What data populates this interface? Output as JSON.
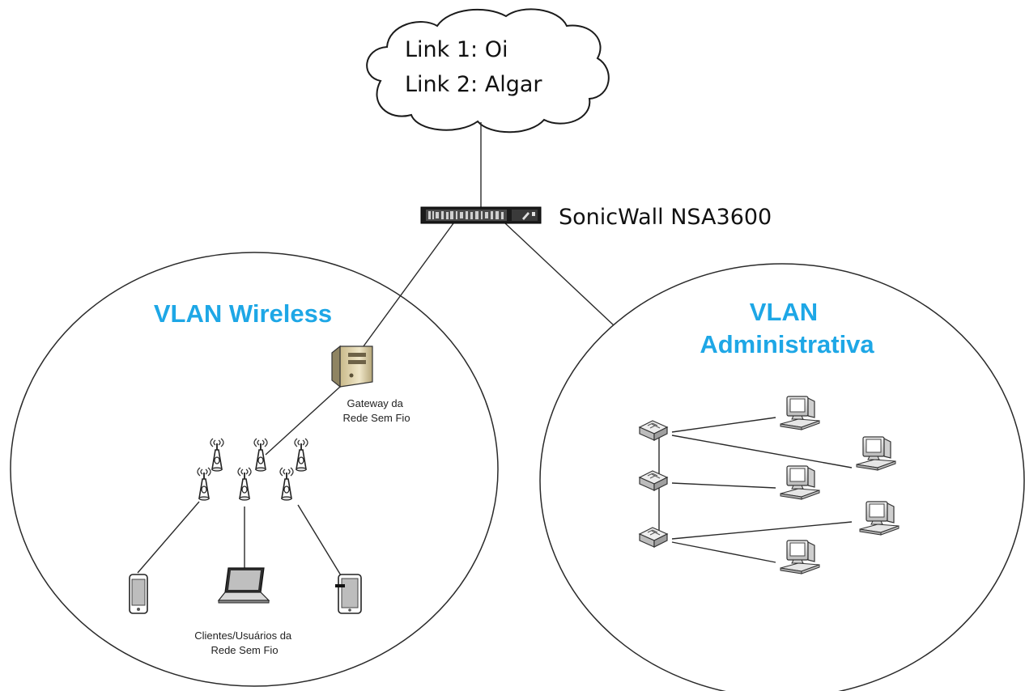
{
  "cloud": {
    "line1": "Link 1: Oi",
    "line2": "Link 2: Algar"
  },
  "firewall": {
    "label": "SonicWall NSA3600",
    "icon": "firewall-appliance-icon"
  },
  "vlan_wireless": {
    "title": "VLAN Wireless",
    "gateway_label": [
      "Gateway da",
      "Rede Sem Fio"
    ],
    "clients_label": [
      "Clientes/Usuários da",
      "Rede Sem Fio"
    ]
  },
  "vlan_admin": {
    "title_line1": "VLAN",
    "title_line2": "Administrativa"
  },
  "colors": {
    "vlan_title": "#1ea7e6",
    "line": "#2a2a2a"
  }
}
